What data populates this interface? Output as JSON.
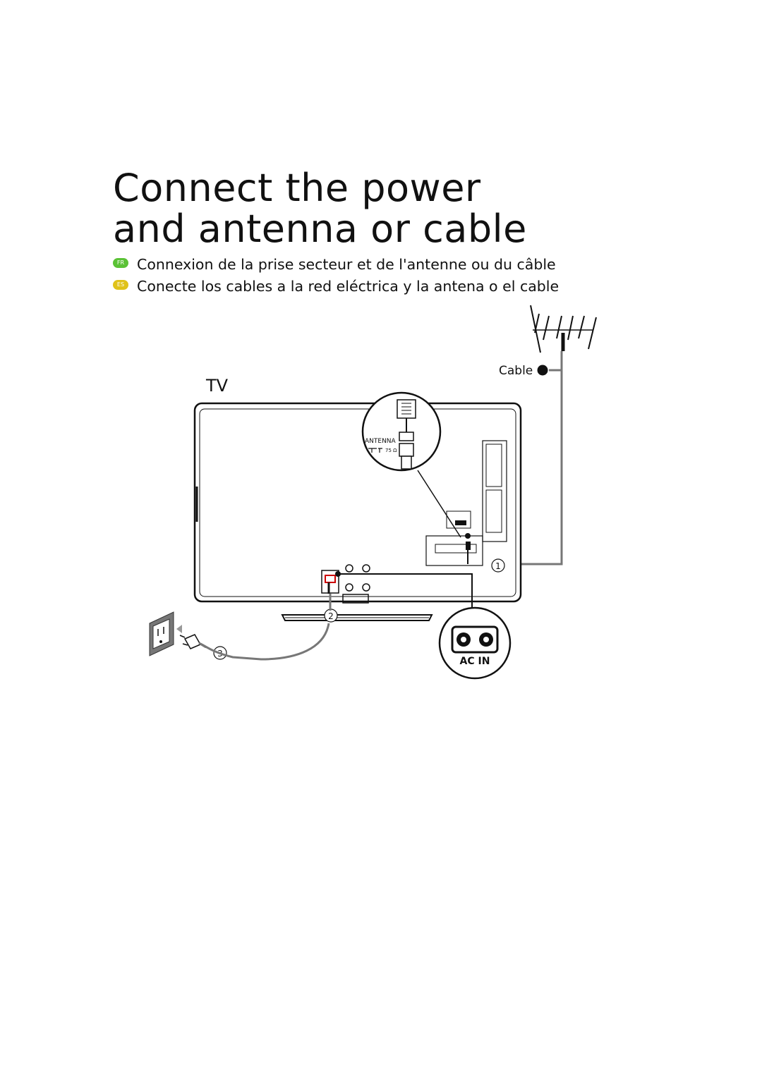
{
  "title": {
    "line1": "Connect the power",
    "line2": "and antenna or cable"
  },
  "translations": [
    {
      "code": "FR",
      "color": "#5bc236",
      "text": "Connexion de la prise secteur et de l'antenne ou du câble"
    },
    {
      "code": "ES",
      "color": "#e0c21a",
      "text": "Conecte los cables a la red eléctrica y la antena o el cable"
    }
  ],
  "diagram": {
    "tv_label": "TV",
    "cable_label": "Cable",
    "antenna_port_label": "ANTENNA",
    "impedance_label": "75 Ω",
    "ac_in_label": "AC IN",
    "steps": [
      "1",
      "2",
      "3"
    ],
    "icons": [
      "antenna-icon",
      "wall-outlet-icon",
      "power-plug-icon",
      "coax-connector-icon"
    ]
  }
}
